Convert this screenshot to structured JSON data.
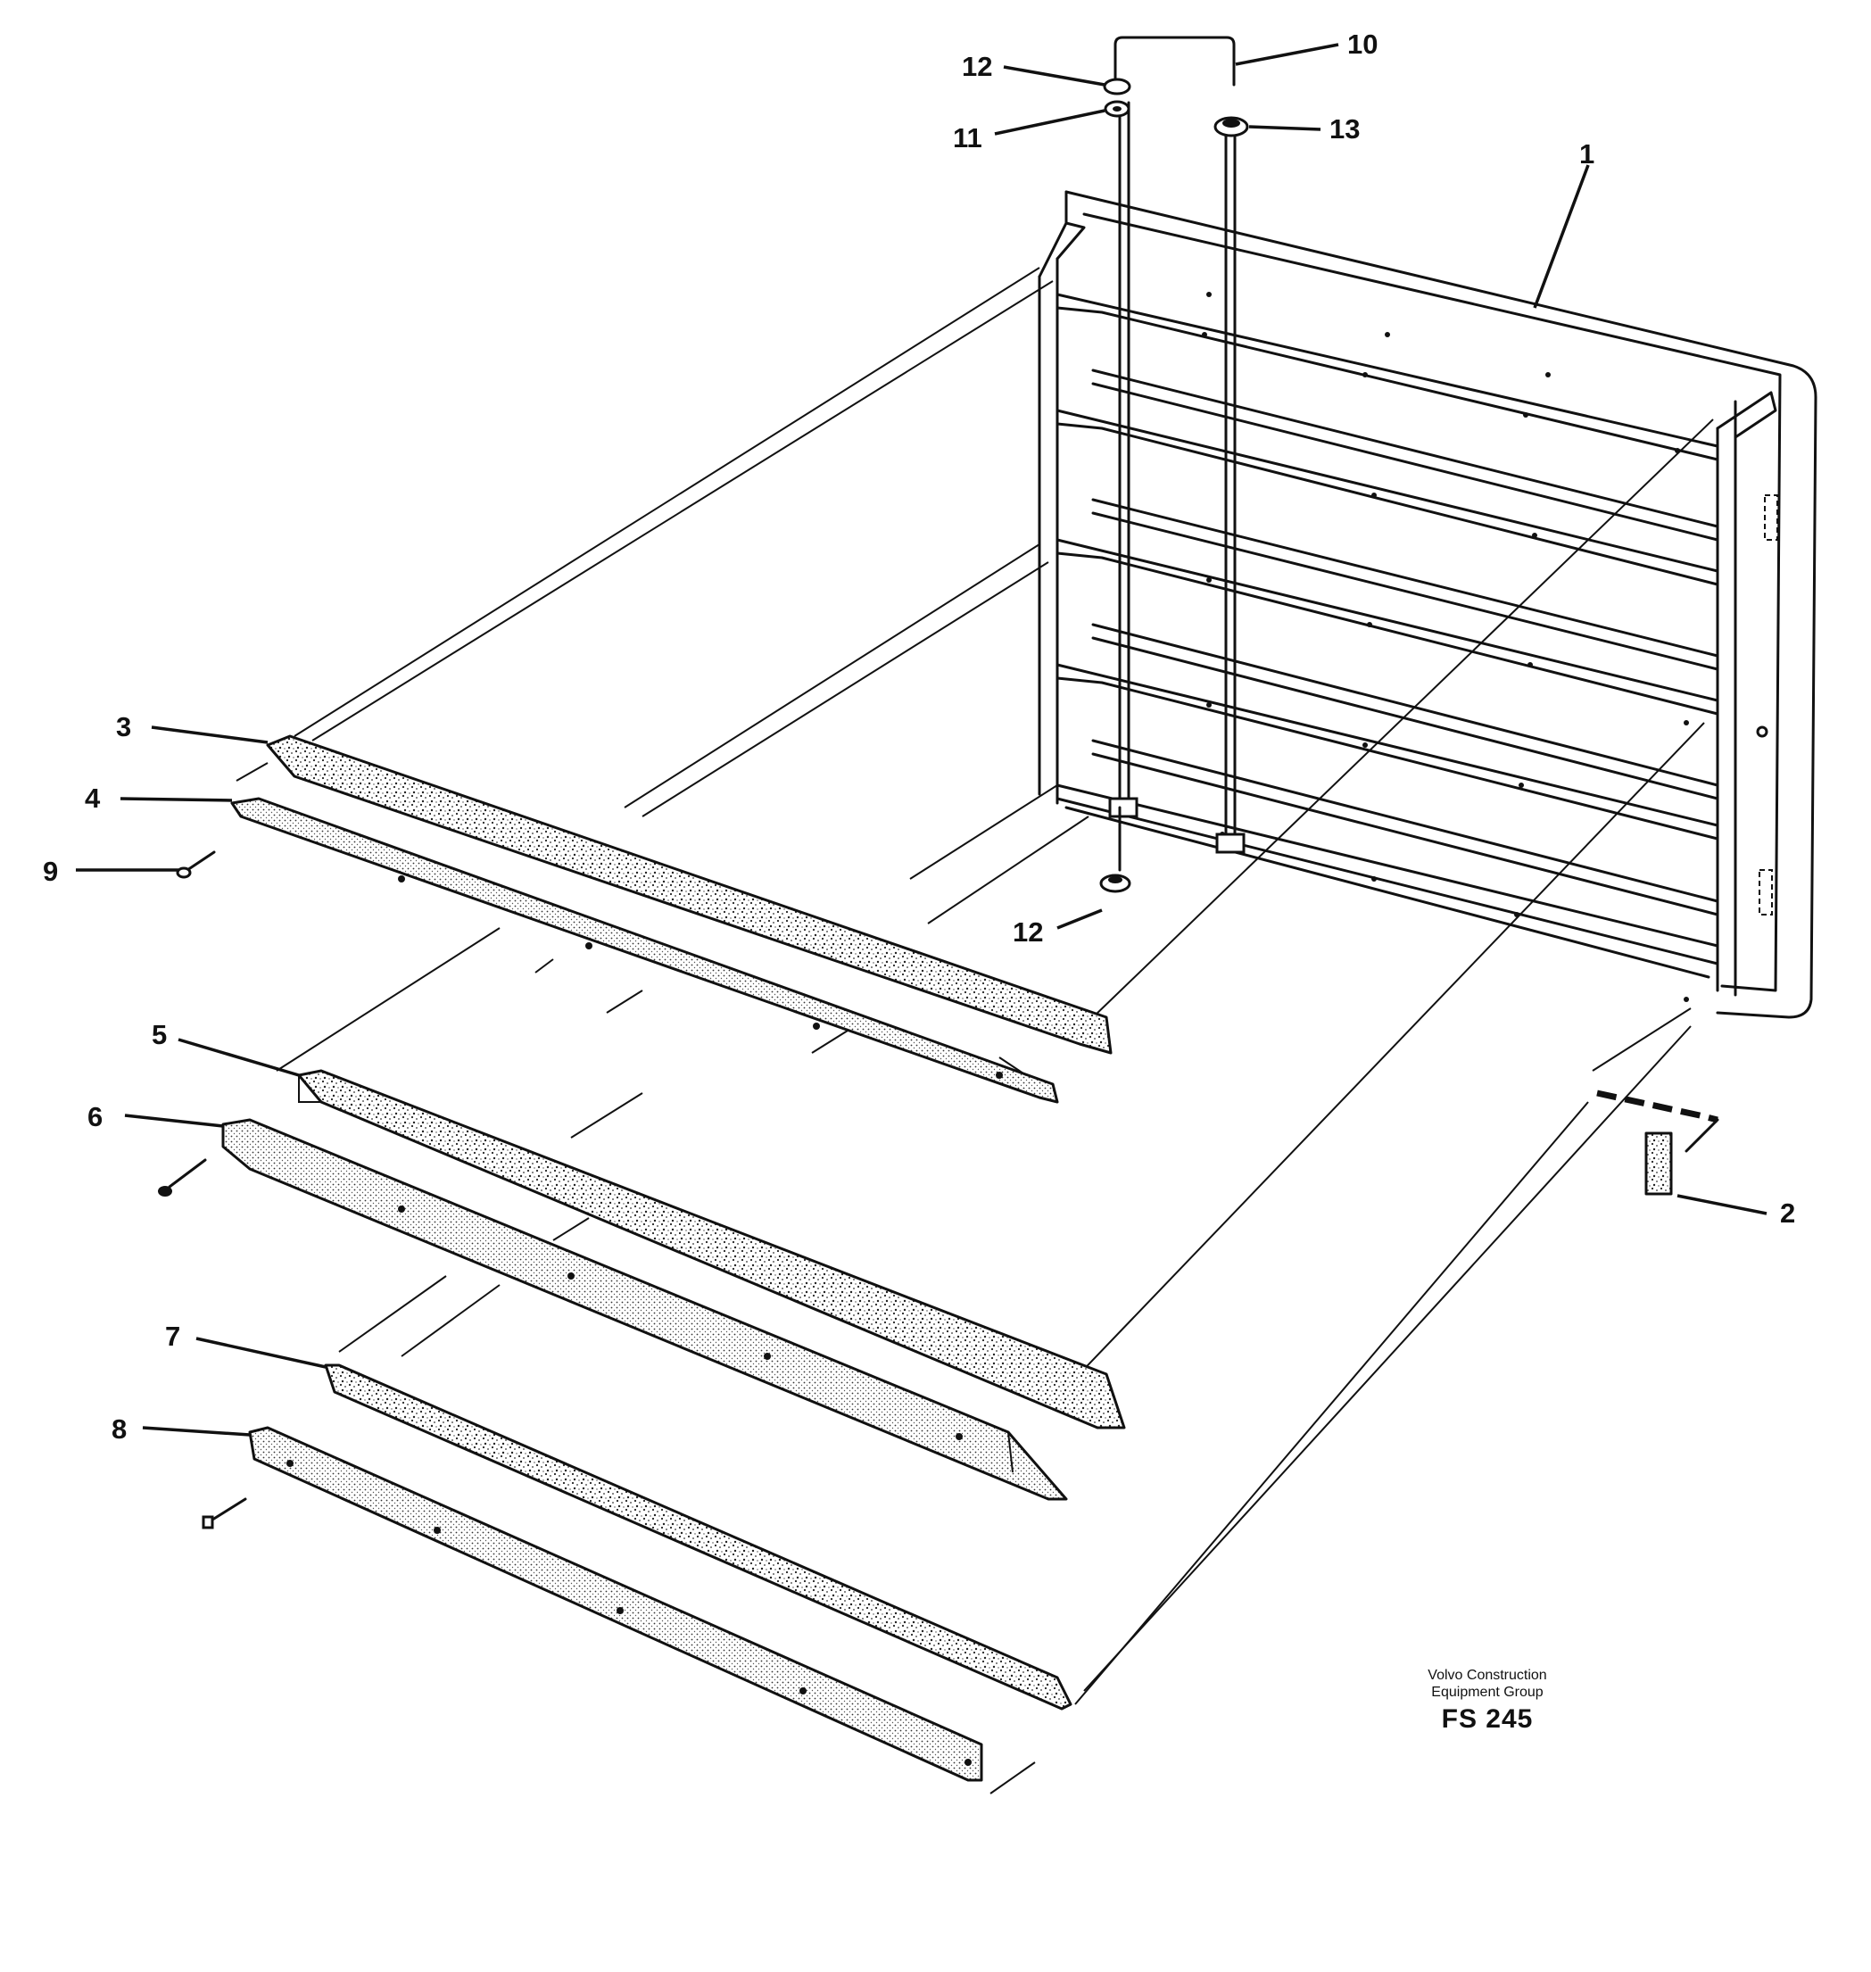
{
  "callouts": [
    {
      "id": "1",
      "label": "1"
    },
    {
      "id": "2",
      "label": "2"
    },
    {
      "id": "3",
      "label": "3"
    },
    {
      "id": "4",
      "label": "4"
    },
    {
      "id": "5",
      "label": "5"
    },
    {
      "id": "6",
      "label": "6"
    },
    {
      "id": "7",
      "label": "7"
    },
    {
      "id": "8",
      "label": "8"
    },
    {
      "id": "9",
      "label": "9"
    },
    {
      "id": "10",
      "label": "10"
    },
    {
      "id": "11",
      "label": "11"
    },
    {
      "id": "12a",
      "label": "12"
    },
    {
      "id": "12b",
      "label": "12"
    },
    {
      "id": "13",
      "label": "13"
    }
  ],
  "footer": {
    "org_line1": "Volvo Construction",
    "org_line2": "Equipment Group",
    "code": "FS 245"
  }
}
